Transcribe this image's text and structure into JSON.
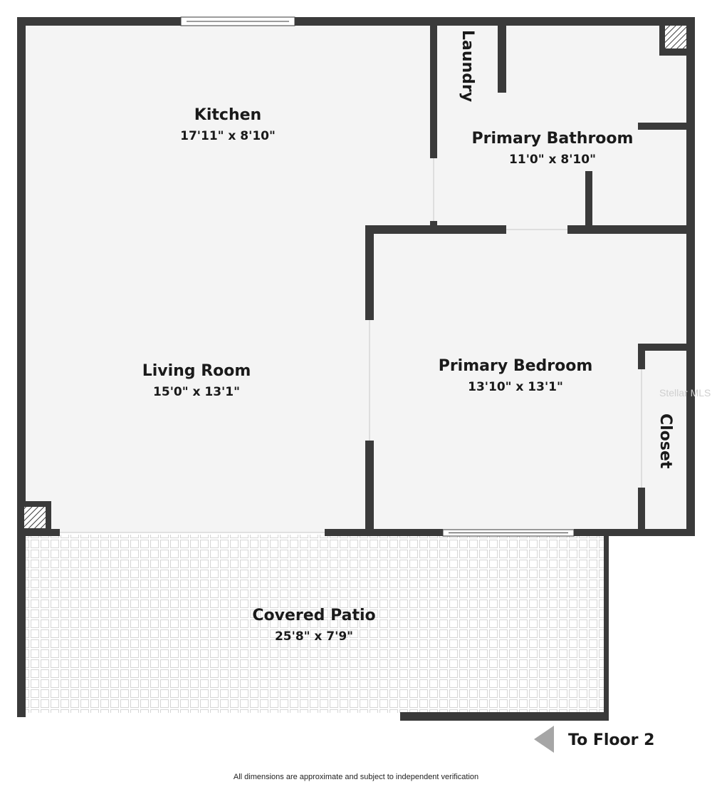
{
  "rooms": {
    "kitchen": {
      "name": "Kitchen",
      "dims": "17'11\" x 8'10\""
    },
    "laundry": {
      "name": "Laundry"
    },
    "primary_bathroom": {
      "name": "Primary Bathroom",
      "dims": "11'0\" x 8'10\""
    },
    "living_room": {
      "name": "Living Room",
      "dims": "15'0\" x 13'1\""
    },
    "primary_bedroom": {
      "name": "Primary Bedroom",
      "dims": "13'10\" x 13'1\""
    },
    "closet": {
      "name": "Closet"
    },
    "covered_patio": {
      "name": "Covered Patio",
      "dims": "25'8\" x 7'9\""
    }
  },
  "navigation": {
    "to_floor_label": "To Floor 2"
  },
  "watermark": "Stellar MLS",
  "footer_note": "All dimensions are approximate and subject to independent verification",
  "colors": {
    "wall": "#3a3a3a",
    "floor": "#f4f4f4",
    "patio_tile": "#dcdcdc",
    "arrow": "#a6a6a6"
  }
}
